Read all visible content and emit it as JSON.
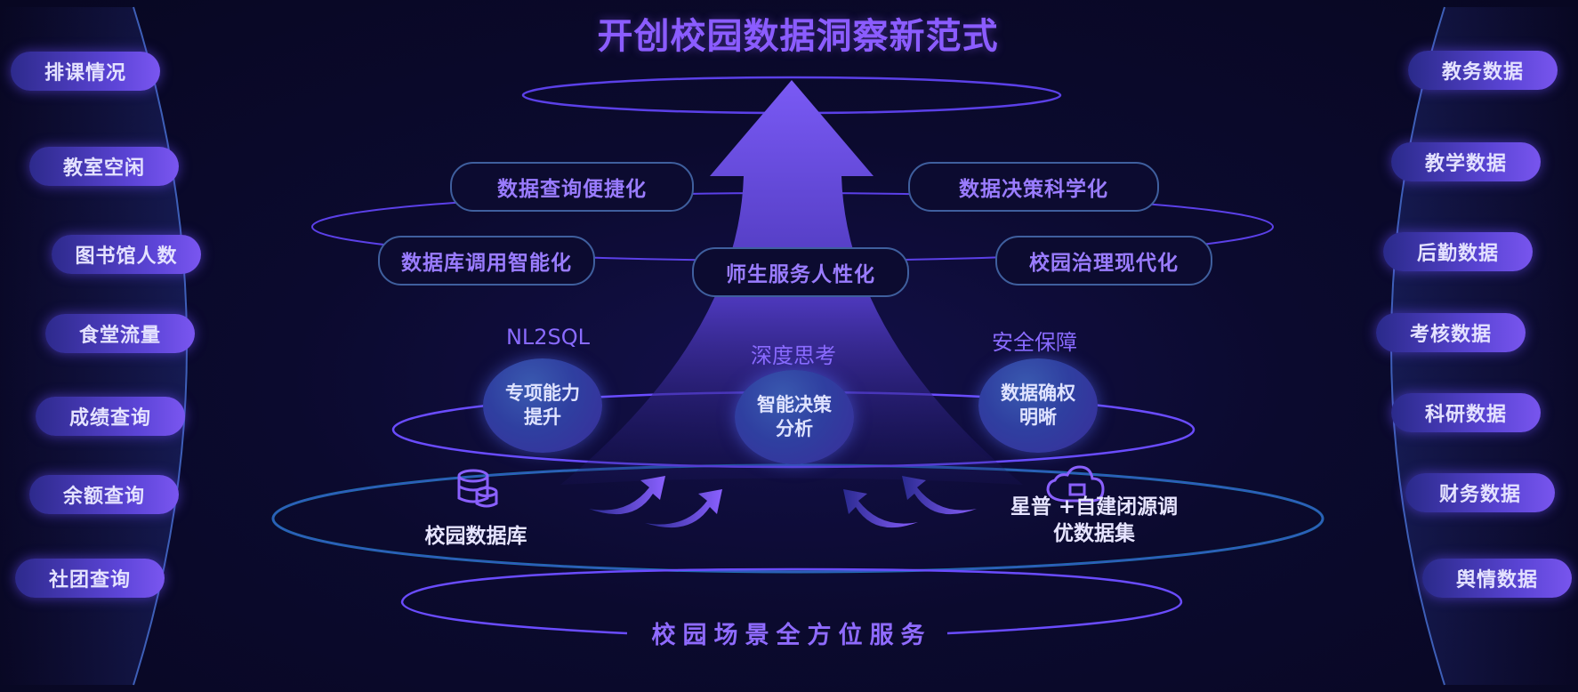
{
  "title": "开创校园数据洞察新范式",
  "bottom_title": "校园场景全方位服务",
  "left_items": [
    "排课情况",
    "教室空闲",
    "图书馆人数",
    "食堂流量",
    "成绩查询",
    "余额查询",
    "社团查询"
  ],
  "right_items": [
    "教务数据",
    "教学数据",
    "后勤数据",
    "考核数据",
    "科研数据",
    "财务数据",
    "舆情数据"
  ],
  "tags": {
    "query": "数据查询便捷化",
    "decision": "数据决策科学化",
    "database": "数据库调用智能化",
    "service": "师生服务人性化",
    "governance": "校园治理现代化"
  },
  "orbs": {
    "left": {
      "caption": "NL2SQL",
      "text": "专项能力提升"
    },
    "center": {
      "caption": "深度思考",
      "text": "智能决策分析"
    },
    "right": {
      "caption": "安全保障",
      "text": "数据确权明晰"
    }
  },
  "sources": {
    "campus_db": "校园数据库",
    "dataset": "星普 +自建闭源调优数据集"
  },
  "icons": [
    "database-icon",
    "cloud-icon",
    "curved-arrow-icon",
    "up-arrow-icon"
  ],
  "colors": {
    "accent": "#8b5cff",
    "pill": "#5d45d8",
    "ring": "#6a4cff",
    "background": "#0b0a2e"
  }
}
